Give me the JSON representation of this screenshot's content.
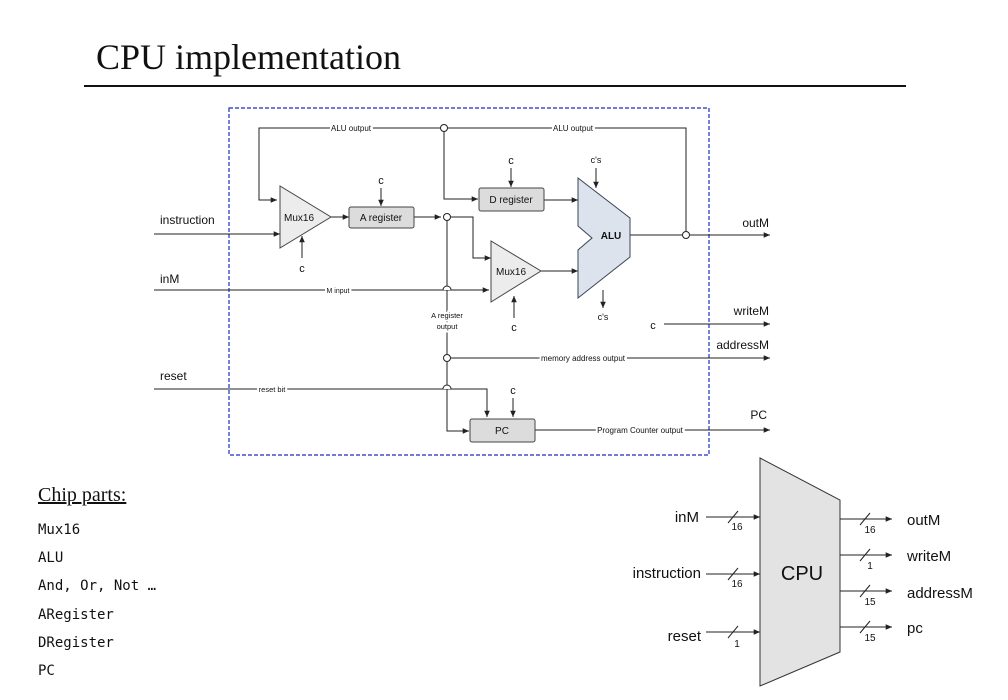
{
  "title": "CPU implementation",
  "chip_parts": {
    "heading": "Chip parts:",
    "items": [
      "Mux16",
      "ALU",
      "And, Or, Not …",
      "ARegister",
      "DRegister",
      "PC"
    ]
  },
  "diagram": {
    "inputs": {
      "instruction": "instruction",
      "inM": "inM",
      "reset": "reset"
    },
    "outputs": {
      "outM": "outM",
      "writeM": "writeM",
      "addressM": "addressM",
      "pc": "PC"
    },
    "components": {
      "mux1": "Mux16",
      "mux2": "Mux16",
      "a_register": "A register",
      "d_register": "D register",
      "alu": "ALU",
      "pc": "PC"
    },
    "control": {
      "c": "c",
      "cs": "c's"
    },
    "wire_labels": {
      "alu_output_left": "ALU output",
      "alu_output_right": "ALU output",
      "m_input": "M input",
      "a_register_output_1": "A register",
      "a_register_output_2": "output",
      "memory_address_output": "memory address output",
      "reset_bit": "reset bit",
      "program_counter_output": "Program Counter output"
    },
    "colors": {
      "box_border": "#1f2fc0",
      "alu_fill": "#dde3ec",
      "mux_fill": "#ececec",
      "reg_fill": "#dcdcdc"
    }
  },
  "cpu_block": {
    "label": "CPU",
    "inputs": [
      {
        "name": "inM",
        "width": "16"
      },
      {
        "name": "instruction",
        "width": "16"
      },
      {
        "name": "reset",
        "width": "1"
      }
    ],
    "outputs": [
      {
        "name": "outM",
        "width": "16"
      },
      {
        "name": "writeM",
        "width": "1"
      },
      {
        "name": "addressM",
        "width": "15"
      },
      {
        "name": "pc",
        "width": "15"
      }
    ]
  }
}
